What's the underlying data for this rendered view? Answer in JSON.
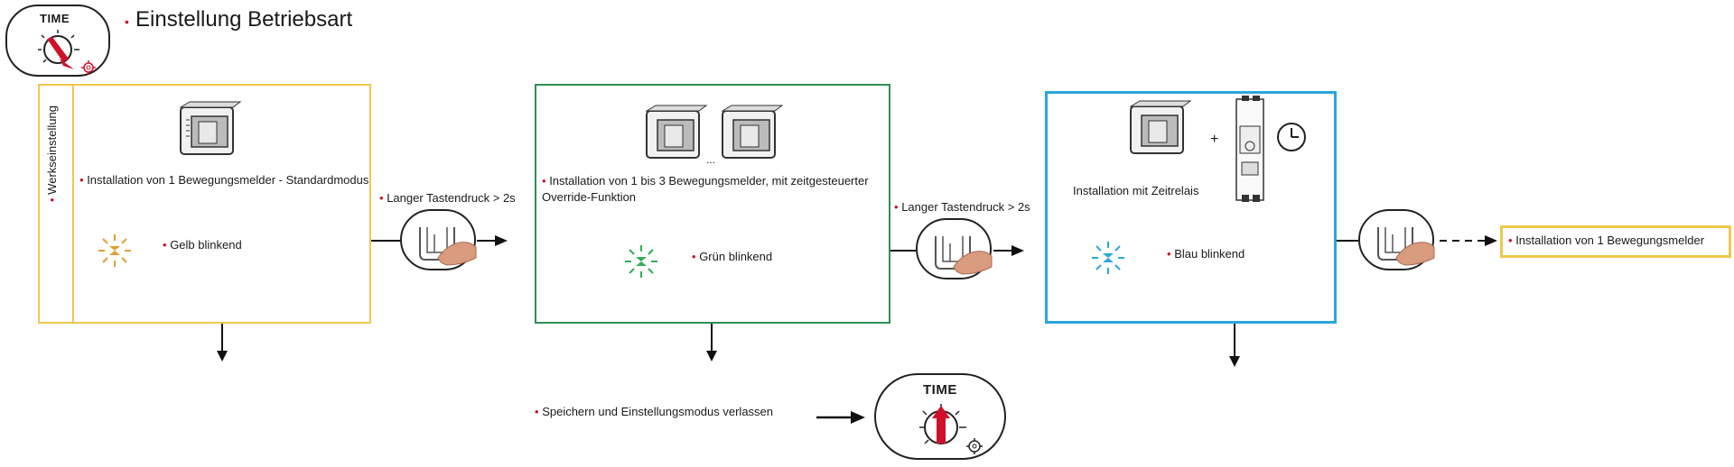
{
  "header": {
    "title": "Einstellung Betriebsart",
    "time_label": "TIME"
  },
  "stages": [
    {
      "color": "#f0c84a",
      "side_label": "Werkseinstellung",
      "description": "Installation von 1 Bewegungsmelder - Standardmodus",
      "led_label": "Gelb blinkend",
      "led_color": "#e0a030"
    },
    {
      "color": "#2f8f55",
      "description_line1": "Installation von 1 bis 3 Bewegungsmelder, mit zeitgesteuerter",
      "description_line2": "Override-Funktion",
      "ellipsis": "...",
      "led_label": "Grün blinkend",
      "led_color": "#2fae5a"
    },
    {
      "color": "#2aa7dc",
      "description": "Installation mit Zeitrelais",
      "plus": "+",
      "led_label": "Blau blinkend",
      "led_color": "#2aa7dc"
    }
  ],
  "transitions": [
    {
      "label": "Langer Tastendruck > 2s"
    },
    {
      "label": "Langer Tastendruck > 2s"
    }
  ],
  "final_box": {
    "label": "Installation von  1 Bewegungsmelder",
    "color": "#f0c84a"
  },
  "save": {
    "label": "Speichern und Einstellungsmodus verlassen",
    "time_label": "TIME"
  },
  "icons": [
    "time-knob-icon",
    "gear-icon",
    "motion-detector-icon",
    "time-relay-icon",
    "clock-icon",
    "led-blink-icon",
    "press-button-icon",
    "arrow-icon"
  ]
}
